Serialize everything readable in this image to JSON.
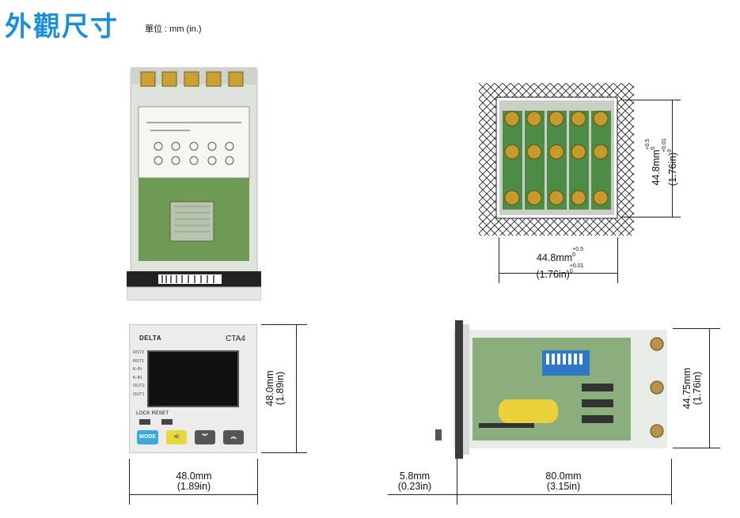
{
  "header": {
    "title": "外觀尺寸",
    "unit_note": "單位 : mm (in.)"
  },
  "device_front": {
    "brand": "DELTA",
    "model": "CTA4",
    "indicators": [
      "RST2",
      "RST1",
      "K-IN",
      "K-IN",
      "OUT2",
      "OUT1"
    ],
    "lock_reset_label": "LOCK RESET",
    "mode_button": "MODE",
    "width": {
      "mm": "48.0mm",
      "in": "(1.89in)"
    },
    "height": {
      "mm": "48.0mm",
      "in": "(1.89in)"
    }
  },
  "panel_cutout": {
    "width": {
      "mm": "44.8mm",
      "tol_plus": "+0.5",
      "tol_minus": "0",
      "in": "(1.76in)",
      "in_tol_plus": "+0.01",
      "in_tol_minus": "0"
    },
    "height": {
      "mm": "44.8mm",
      "tol_plus": "+0.5",
      "tol_minus": "0",
      "in": "(1.76in)",
      "in_tol_plus": "+0.01",
      "in_tol_minus": "0"
    }
  },
  "side_view": {
    "front_depth": {
      "mm": "5.8mm",
      "in": "(0.23in)"
    },
    "body_depth": {
      "mm": "80.0mm",
      "in": "(3.15in)"
    },
    "height": {
      "mm": "44.75mm",
      "in": "(1.76in)"
    }
  }
}
